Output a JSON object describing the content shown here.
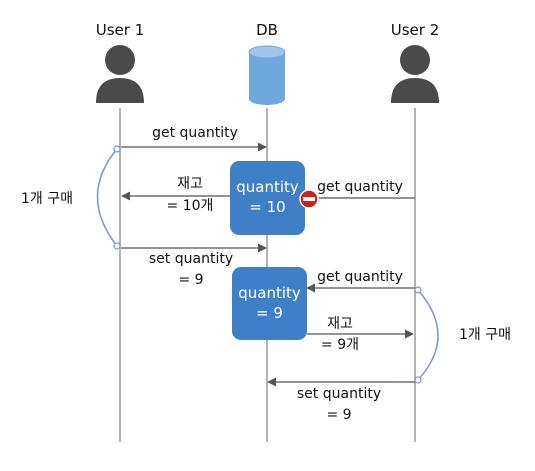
{
  "actors": {
    "user1": "User 1",
    "db": "DB",
    "user2": "User 2"
  },
  "messages": {
    "m1": "get quantity",
    "m2_line1": "재고",
    "m2_line2": "= 10개",
    "m3": "get quantity",
    "m4_line1": "set quantity",
    "m4_line2": "= 9",
    "m5": "get quantity",
    "m6_line1": "재고",
    "m6_line2": "= 9개",
    "m7_line1": "set quantity",
    "m7_line2": "= 9"
  },
  "boxes": {
    "box1_line1": "quantity",
    "box1_line2": "= 10",
    "box2_line1": "quantity",
    "box2_line2": "= 9"
  },
  "annotations": {
    "left_purchase": "1개 구매",
    "right_purchase": "1개 구매"
  },
  "colors": {
    "box": "#3f7fc8",
    "db_cylinder": "#6fa8dc",
    "person": "#4a4a4a",
    "brace": "#7b96d6",
    "blocked": "#cc2222"
  }
}
